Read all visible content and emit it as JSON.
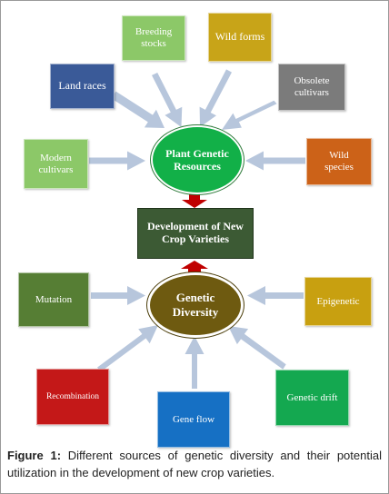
{
  "nodes": {
    "breeding_stocks": "Breeding stocks",
    "wild_forms": "Wild forms",
    "land_races": "Land races",
    "obsolete_cultivars": "Obsolete cultivars",
    "modern_cultivars": "Modern cultivars",
    "wild_species": "Wild species",
    "plant_genetic_resources": "Plant Genetic Resources",
    "development": "Development of New Crop Varieties",
    "genetic_diversity": "Genetic Diversity",
    "mutation": "Mutation",
    "epigenetic": "Epigenetic",
    "recombination": "Recombination",
    "gene_flow": "Gene flow",
    "genetic_drift": "Genetic drift"
  },
  "colors": {
    "breeding_stocks": "#8cc868",
    "wild_forms": "#c8a418",
    "land_races": "#3a5a98",
    "obsolete_cultivars": "#7b7b7b",
    "modern_cultivars": "#8cc868",
    "wild_species": "#cc6218",
    "plant_genetic_resources": "#12b048",
    "development": "#3c5a34",
    "genetic_diversity": "#6e5a10",
    "mutation": "#567e34",
    "epigenetic": "#c8a010",
    "recombination": "#c41818",
    "gene_flow": "#1670c4",
    "genetic_drift": "#14a850",
    "light_arrow": "#b7c6dc",
    "red_arrow": "#c00000"
  },
  "caption": {
    "label": "Figure 1:",
    "text": " Different sources of genetic diversity and their potential utilization in the development of new crop varieties."
  }
}
